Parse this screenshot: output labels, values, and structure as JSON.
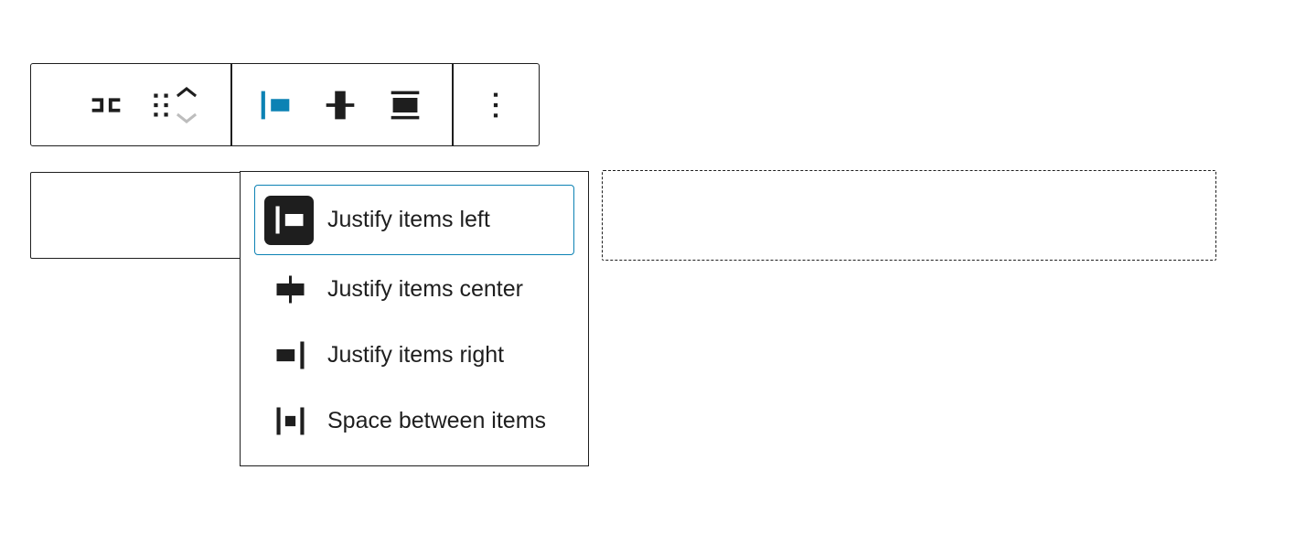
{
  "colors": {
    "accent": "#0c82b4",
    "border": "#1e1e1e",
    "disabled": "#bdbdbd",
    "selected_icon_bg": "#1e1e1e",
    "selected_icon_fg": "#ffffff"
  },
  "toolbar": {
    "groups": [
      {
        "name": "block-tools",
        "controls": [
          {
            "name": "block-switcher",
            "icon": "row-block-icon"
          },
          {
            "name": "drag-handle",
            "icon": "drag-handle-icon"
          },
          {
            "name": "move-up",
            "icon": "chevron-up-icon",
            "enabled": true
          },
          {
            "name": "move-down",
            "icon": "chevron-down-icon",
            "enabled": false
          }
        ]
      },
      {
        "name": "alignment-tools",
        "controls": [
          {
            "name": "justification",
            "icon": "justify-left-icon",
            "active": true
          },
          {
            "name": "vertical-align-middle",
            "icon": "align-center-vertical-icon"
          },
          {
            "name": "vertical-stretch",
            "icon": "stretch-vertical-icon"
          }
        ]
      },
      {
        "name": "options",
        "controls": [
          {
            "name": "options",
            "icon": "more-vertical-icon"
          }
        ]
      }
    ]
  },
  "menu": {
    "items": [
      {
        "label": "Justify items left",
        "icon": "justify-left-icon",
        "selected": true
      },
      {
        "label": "Justify items center",
        "icon": "justify-center-icon",
        "selected": false
      },
      {
        "label": "Justify items right",
        "icon": "justify-right-icon",
        "selected": false
      },
      {
        "label": "Space between items",
        "icon": "space-between-icon",
        "selected": false
      }
    ]
  }
}
